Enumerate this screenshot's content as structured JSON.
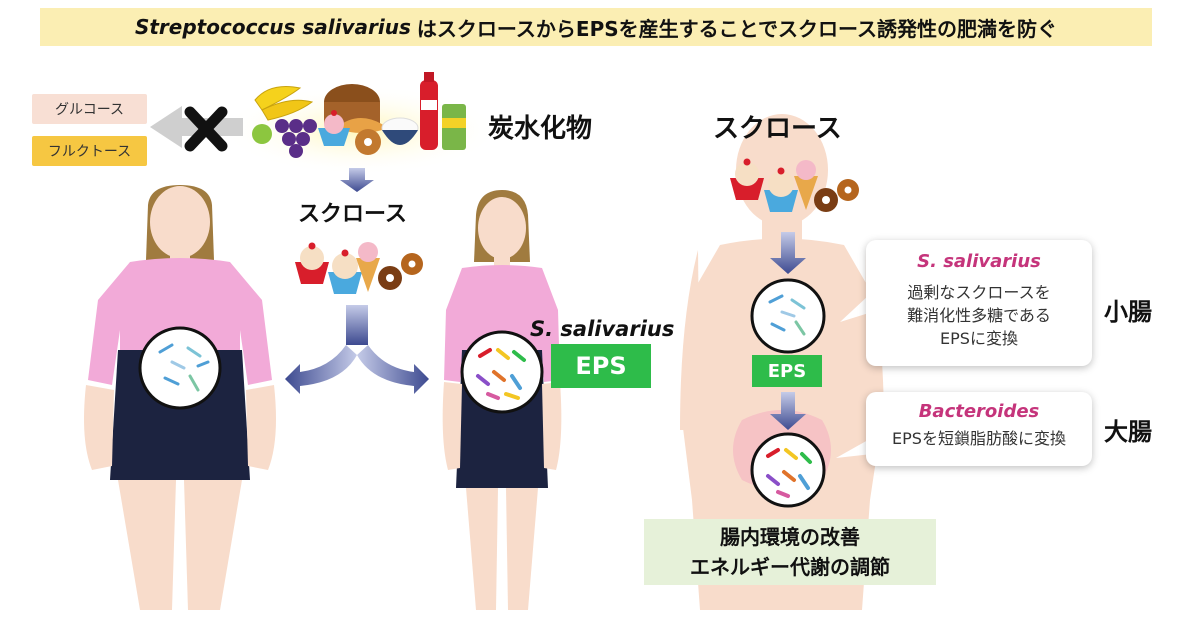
{
  "title": {
    "species": "Streptococcus salivarius",
    "rest": "はスクロースからEPSを産生することでスクロース誘発性の肥満を防ぐ"
  },
  "left_panel": {
    "glucose": "グルコース",
    "fructose": "フルクトース",
    "carbohydrate_label": "炭水化物",
    "sucrose_label": "スクロース"
  },
  "middle": {
    "species_label": "S. salivarius",
    "eps_label": "EPS"
  },
  "right_panel": {
    "sucrose_label": "スクロース",
    "eps_label": "EPS",
    "small_intestine": "小腸",
    "large_intestine": "大腸",
    "callout1": {
      "head": "S. salivarius",
      "line1": "過剰なスクロースを",
      "line2": "難消化性多糖である",
      "line3": "EPSに変換"
    },
    "callout2": {
      "head": "Bacteroides",
      "line1": "EPSを短鎖脂肪酸に変換"
    },
    "result": {
      "line1": "腸内環境の改善",
      "line2": "エネルギー代謝の調節"
    }
  },
  "colors": {
    "banner": "#fbeeb3",
    "shirt": "#f2aad8",
    "skirt": "#1c2340",
    "skin": "#f8dccb",
    "eps_green": "#2ebc4a",
    "arrow_blue": "#3d4a90",
    "callout_head": "#c5347b",
    "result_bg": "#e6f1d9"
  }
}
